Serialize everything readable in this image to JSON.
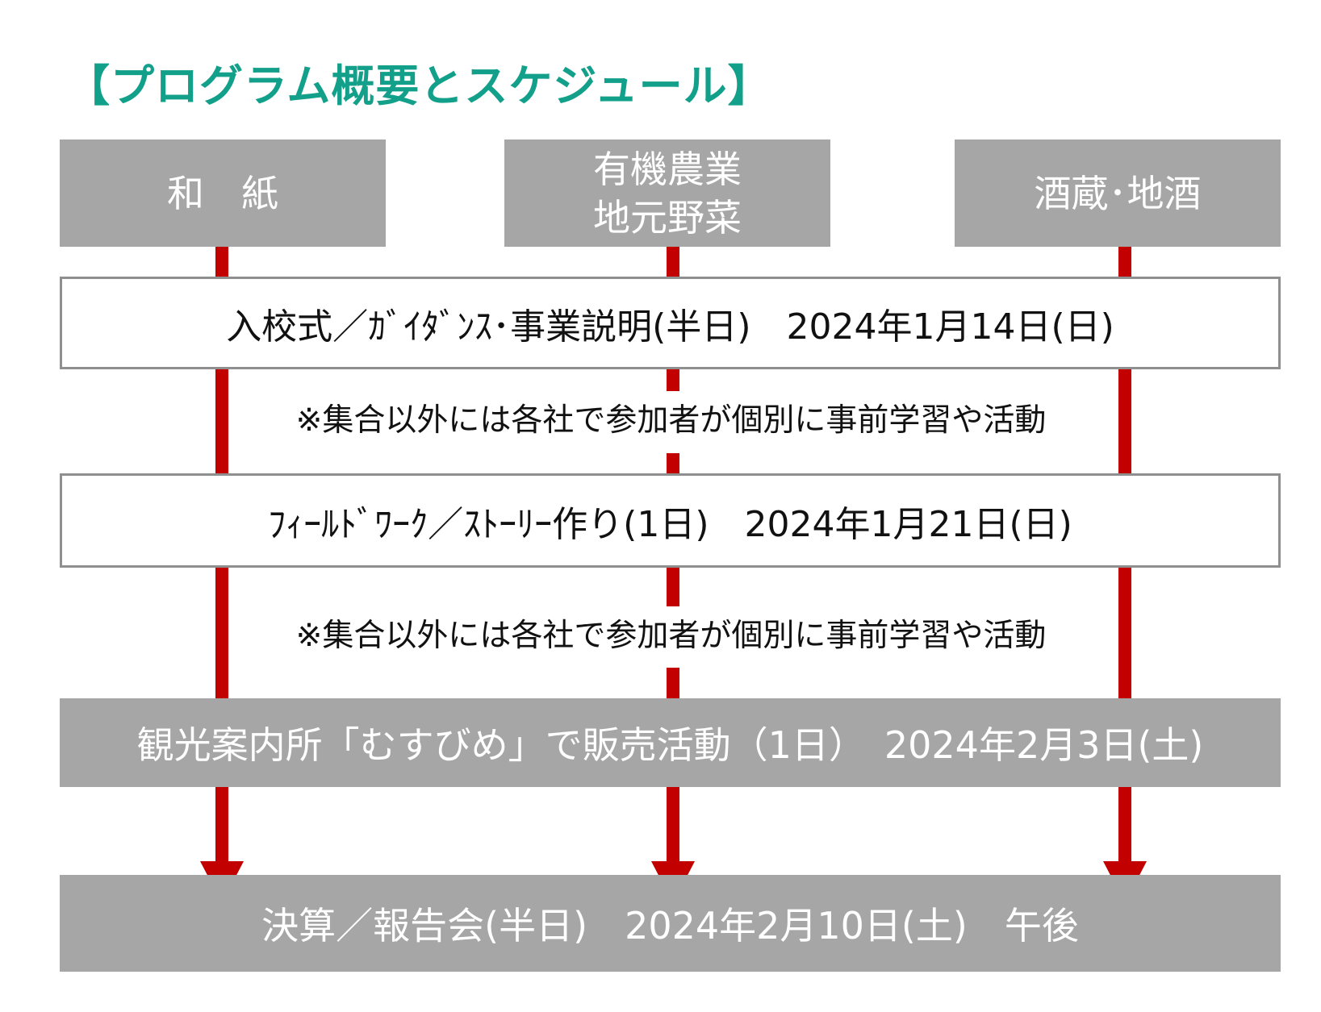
{
  "title": "【プログラム概要とスケジュール】",
  "columns": [
    {
      "lines": [
        "和　紙"
      ]
    },
    {
      "lines": [
        "有機農業",
        "地元野菜"
      ]
    },
    {
      "lines": [
        "酒蔵･地酒"
      ]
    }
  ],
  "steps": {
    "step1": "入校式／ｶﾞｲﾀﾞﾝｽ･事業説明(半日)　2024年1月14日(日)",
    "note1": "※集合以外には各社で参加者が個別に事前学習や活動",
    "step2": "ﾌｨｰﾙﾄﾞﾜｰｸ／ｽﾄｰﾘｰ作り(1日)　2024年1月21日(日)",
    "note2": "※集合以外には各社で参加者が個別に事前学習や活動",
    "step3": "観光案内所「むすびめ」で販売活動（1日）　2024年2月3日(土)",
    "step4": "決算／報告会(半日)　2024年2月10日(土)　午後"
  },
  "colors": {
    "title": "#13a08a",
    "track": "#c20000",
    "header_fill": "#a6a6a6",
    "box_border": "#8f8f8f"
  }
}
